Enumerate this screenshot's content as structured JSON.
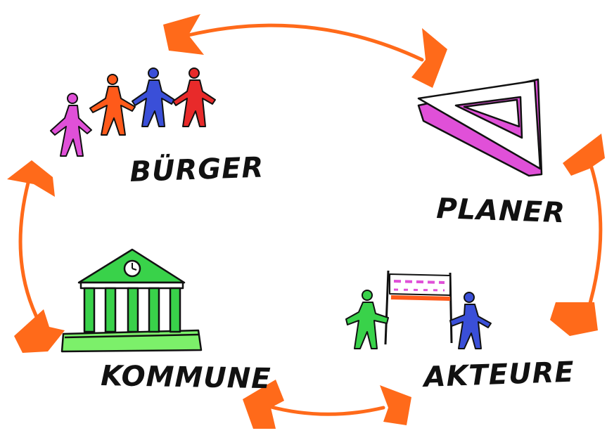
{
  "nodes": {
    "buerger": {
      "label": "BÜRGER",
      "icon": "citizens-group-icon"
    },
    "planer": {
      "label": "PLANER",
      "icon": "set-square-icon"
    },
    "akteure": {
      "label": "AKTEURE",
      "icon": "actors-with-banner-icon"
    },
    "kommune": {
      "label": "KOMMUNE",
      "icon": "town-hall-icon"
    }
  },
  "cycle": [
    {
      "from": "buerger",
      "to": "planer",
      "direction": "both"
    },
    {
      "from": "planer",
      "to": "akteure",
      "direction": "both"
    },
    {
      "from": "akteure",
      "to": "kommune",
      "direction": "both"
    },
    {
      "from": "kommune",
      "to": "buerger",
      "direction": "both"
    }
  ],
  "colors": {
    "arrow": "#ff6a1a",
    "pink": "#e050d8",
    "orange": "#ff5a1a",
    "blue": "#3a4fd8",
    "red": "#e82a2a",
    "green": "#39d24a",
    "lime": "#7cf06a",
    "ink": "#111111"
  }
}
